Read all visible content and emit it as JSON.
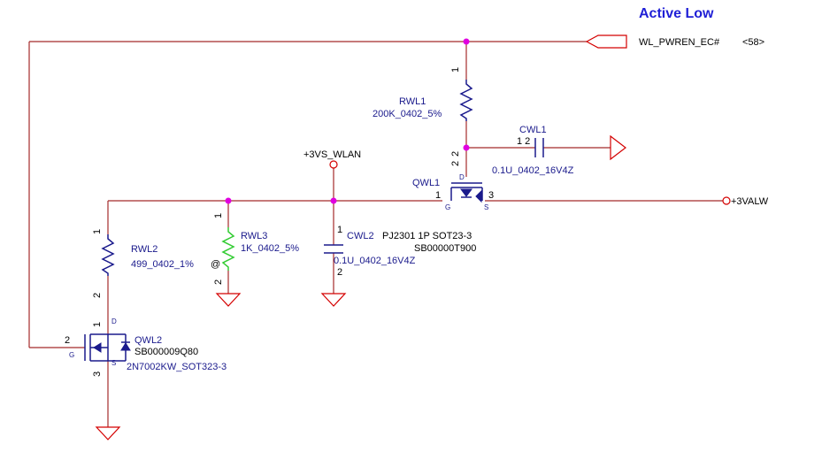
{
  "title": "Active  Low",
  "nets": {
    "wl_pwren": "WL_PWREN_EC#",
    "wl_pwren_ref": "<58>",
    "vs_wlan": "+3VS_WLAN",
    "valw": "+3VALW"
  },
  "components": {
    "rwl1": {
      "ref": "RWL1",
      "value": "200K_0402_5%",
      "pin1": "1",
      "pin2": "2"
    },
    "cwl1": {
      "ref": "CWL1",
      "value": "0.1U_0402_16V4Z",
      "pins": "1  2"
    },
    "qwl1": {
      "ref": "QWL1",
      "part": "PJ2301 1P SOT23-3",
      "pn": "SB00000T900",
      "pin1": "1",
      "pin2": "2",
      "pin3": "3",
      "d": "D",
      "g": "G",
      "s": "S"
    },
    "rwl2": {
      "ref": "RWL2",
      "value": "499_0402_1%",
      "pin1": "1",
      "pin2": "2"
    },
    "rwl3": {
      "ref": "RWL3",
      "value": "1K_0402_5%",
      "marker": "@",
      "pin1": "1",
      "pin2": "2"
    },
    "cwl2": {
      "ref": "CWL2",
      "value": "0.1U_0402_16V4Z",
      "pin1": "1",
      "pin2": "2"
    },
    "qwl2": {
      "ref": "QWL2",
      "pn": "SB000009Q80",
      "part": "2N7002KW_SOT323-3",
      "pin1": "1",
      "pin2": "2",
      "pin3": "3",
      "d": "D",
      "g": "G",
      "s": "S"
    }
  },
  "colors": {
    "wire": "#a52a2a",
    "component": "#1a1a8c",
    "junction": "#e000e0",
    "ground": "#d40000",
    "title": "#1f1fd6",
    "rwl3": "#33cc33"
  }
}
